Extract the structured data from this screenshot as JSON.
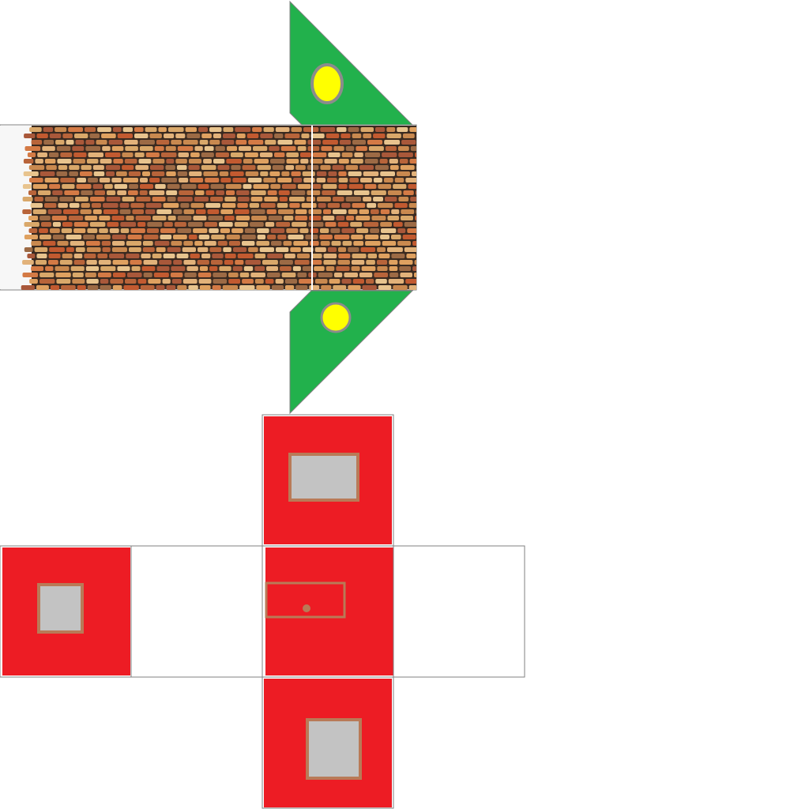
{
  "colors": {
    "background": "#ffffff",
    "outline": "#808080",
    "strip_blank": "#f7f7f7",
    "roof_triangle": "#22b14c",
    "roof_circle": "#ffff00",
    "roof_circle_ring": "#8c8c8c",
    "wall_red": "#ed1c24",
    "window_fill": "#c3c3c3",
    "frame_brown": "#b97a57",
    "brick_mortar": "#3a2a20",
    "brick_tones": [
      "#c9894f",
      "#d9a86a",
      "#b8643a",
      "#e2b27a",
      "#a9583a",
      "#d47a45",
      "#e8c48e",
      "#9c6a45",
      "#c25a30",
      "#dfa160"
    ]
  },
  "diagram": {
    "kind": "papercraft-net",
    "elements": [
      {
        "id": "brick-strip",
        "texture": "brick"
      },
      {
        "id": "roof-flap-top",
        "shape": "triangle",
        "mark": "yellow-circle"
      },
      {
        "id": "roof-flap-bottom",
        "shape": "triangle",
        "mark": "yellow-circle"
      },
      {
        "id": "red-face-top",
        "feature": "window"
      },
      {
        "id": "red-face-left",
        "feature": "window"
      },
      {
        "id": "red-face-center",
        "feature": "door"
      },
      {
        "id": "red-face-bottom",
        "feature": "window"
      },
      {
        "id": "blank-face-middle",
        "feature": "none"
      },
      {
        "id": "blank-face-right",
        "feature": "none"
      }
    ]
  }
}
